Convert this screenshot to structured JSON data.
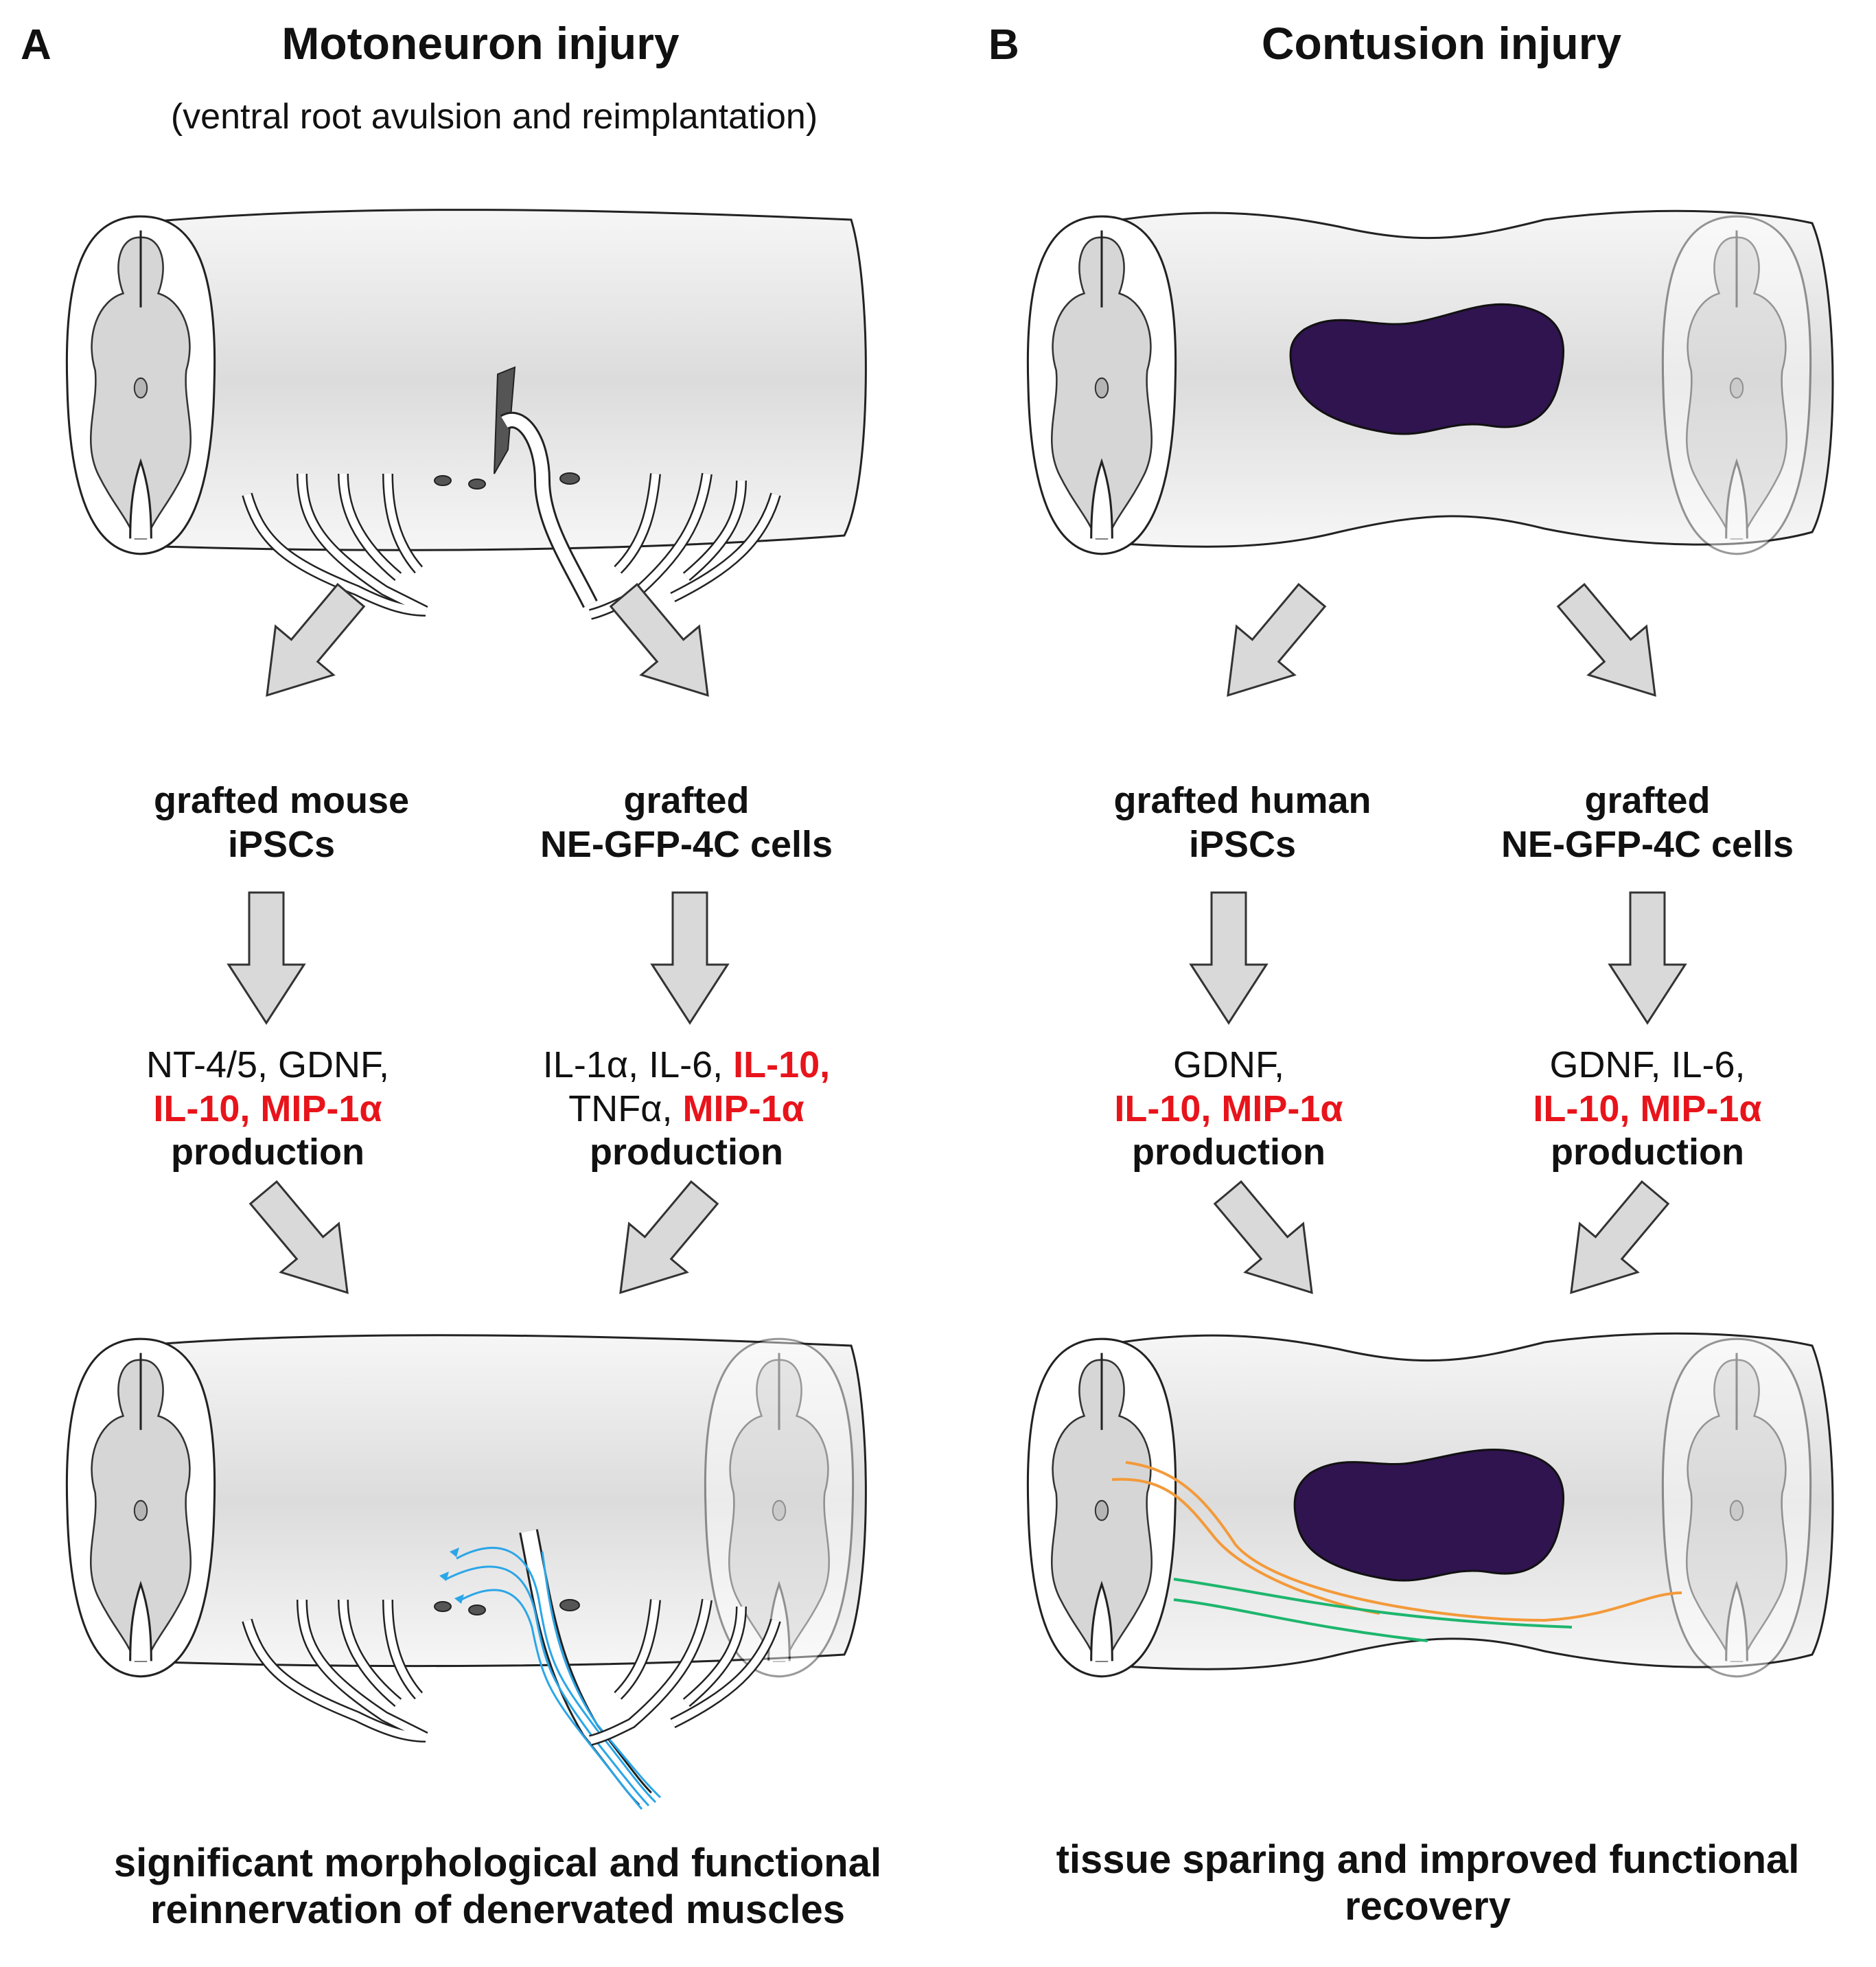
{
  "panel_a": {
    "letter": "A",
    "title": "Motoneuron injury",
    "subtitle": "(ventral root avulsion and reimplantation)",
    "left_cells": [
      "grafted mouse",
      "iPSCs"
    ],
    "right_cells": [
      "grafted",
      "NE-GFP-4C cells"
    ],
    "left_factors": {
      "line1": "NT-4/5, GDNF,",
      "red1": "IL-10, MIP-1α",
      "line3": "production"
    },
    "right_factors": {
      "line1a": "IL-1α, IL-6, ",
      "red1b": "IL-10,",
      "line2a": "TNFα, ",
      "red2b": "MIP-1α",
      "line3": "production"
    },
    "outcome": [
      "significant morphological and functional",
      "reinnervation of denervated muscles"
    ]
  },
  "panel_b": {
    "letter": "B",
    "title": "Contusion injury",
    "left_cells": [
      "grafted human",
      "iPSCs"
    ],
    "right_cells": [
      "grafted",
      "NE-GFP-4C cells"
    ],
    "left_factors": {
      "line1": "GDNF,",
      "red1": "IL-10, MIP-1α",
      "line3": "production"
    },
    "right_factors": {
      "line1": "GDNF, IL-6,",
      "red1": "IL-10, MIP-1α",
      "line3": "production"
    },
    "outcome": [
      "tissue sparing and improved functional",
      "recovery"
    ]
  },
  "colors": {
    "highlight": "#e8141b",
    "lesion": "#2f1450",
    "arrow_fill": "#d9d9d9",
    "axon_orange": "#f39a3a",
    "axon_green": "#1db66e",
    "axon_blue": "#2aa6e8"
  }
}
